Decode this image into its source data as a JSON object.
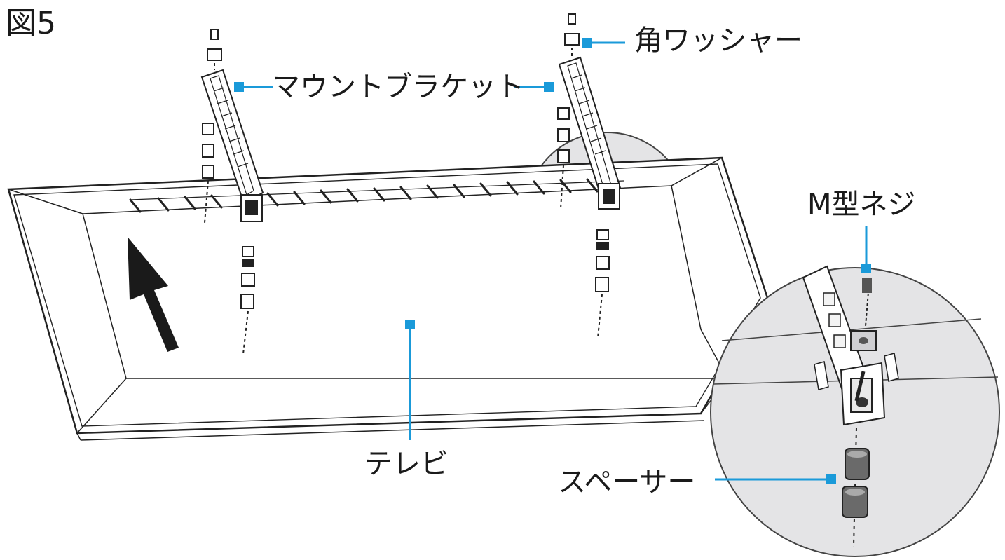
{
  "figure": {
    "title": "図5"
  },
  "labels": {
    "square_washer": "角ワッシャー",
    "mount_bracket": "マウントブラケット",
    "m_screw": "M型ネジ",
    "tv": "テレビ",
    "spacer": "スペーサー"
  },
  "colors": {
    "callout": "#1a9ad9",
    "line_art": "#222222",
    "magnifier_fill": "#e4e4e6",
    "background": "#ffffff"
  },
  "icons": {
    "direction": "arrow-up-left-icon"
  }
}
